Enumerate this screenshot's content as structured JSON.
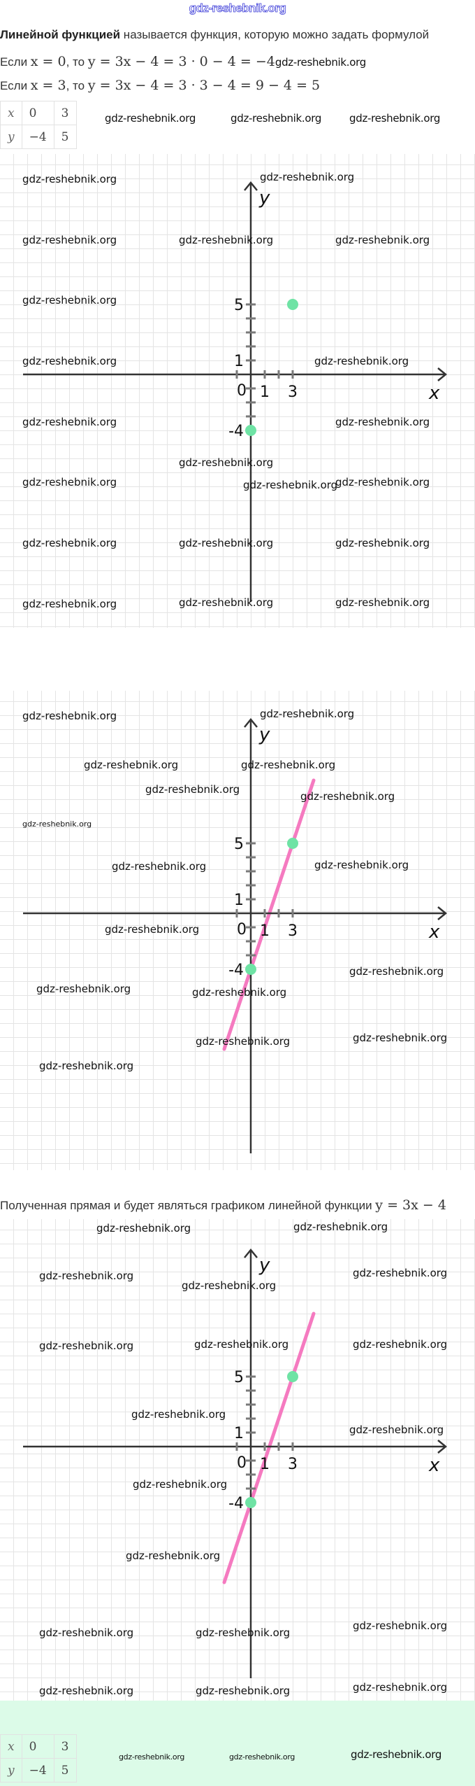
{
  "watermark": "gdz-reshebnik.org",
  "intro": {
    "bold": "Линейной функцией",
    "rest": " называется функция, которую можно задать формулой"
  },
  "case1": {
    "prefix": "Если ",
    "cond": "x = 0",
    "mid": ", то ",
    "calc": "y = 3x − 4 = 3 · 0 − 4 = −4"
  },
  "case2": {
    "prefix": "Если ",
    "cond": "x = 3",
    "mid": ", то ",
    "calc": "y = 3x − 4 = 3 · 3 − 4 = 9 − 4 = 5"
  },
  "value_table": {
    "rows": [
      {
        "head": "x",
        "cells": [
          "0",
          "3"
        ]
      },
      {
        "head": "y",
        "cells": [
          "−4",
          "5"
        ]
      }
    ]
  },
  "conclusion": {
    "text": "Полученная прямая и будет являться графиком линейной функции ",
    "formula": "y = 3x − 4"
  },
  "colors": {
    "point": "#6fe3a5",
    "line": "#f57ac0",
    "axis": "#333333",
    "tick": "#7a7a7a",
    "bottom_bg": "#dcfbe8"
  },
  "graphs": [
    {
      "x_label": "x",
      "y_label": "y",
      "tick_labels": {
        "origin": "0",
        "x": [
          {
            "v": 1,
            "t": "1"
          },
          {
            "v": 3,
            "t": "3"
          }
        ],
        "y": [
          {
            "v": 5,
            "t": "5"
          },
          {
            "v": 1,
            "t": "1"
          },
          {
            "v": -4,
            "t": "-4"
          }
        ]
      },
      "x_ticks": [
        -1,
        1,
        2,
        3
      ],
      "y_ticks": [
        5,
        4,
        3,
        2,
        1,
        -1,
        -2,
        -3
      ],
      "points": [
        [
          0,
          -4
        ],
        [
          3,
          5
        ]
      ],
      "line": null
    },
    {
      "x_label": "x",
      "y_label": "y",
      "tick_labels": {
        "origin": "0",
        "x": [
          {
            "v": 1,
            "t": "1"
          },
          {
            "v": 3,
            "t": "3"
          }
        ],
        "y": [
          {
            "v": 5,
            "t": "5"
          },
          {
            "v": 1,
            "t": "1"
          },
          {
            "v": -4,
            "t": "-4"
          }
        ]
      },
      "x_ticks": [
        -1,
        1,
        2,
        3
      ],
      "y_ticks": [
        5,
        4,
        3,
        2,
        1,
        -1,
        -2,
        -3
      ],
      "points": [
        [
          0,
          -4
        ],
        [
          3,
          5
        ]
      ],
      "line": {
        "slope": 3,
        "intercept": -4,
        "x_from": -1.9,
        "x_to": 4.5
      }
    },
    {
      "x_label": "x",
      "y_label": "y",
      "tick_labels": {
        "origin": "0",
        "x": [
          {
            "v": 1,
            "t": "1"
          },
          {
            "v": 3,
            "t": "3"
          }
        ],
        "y": [
          {
            "v": 5,
            "t": "5"
          },
          {
            "v": 1,
            "t": "1"
          },
          {
            "v": -4,
            "t": "-4"
          }
        ]
      },
      "x_ticks": [
        -1,
        1,
        2,
        3
      ],
      "y_ticks": [
        5,
        4,
        3,
        2,
        1,
        -1,
        -2,
        -3
      ],
      "points": [
        [
          0,
          -4
        ],
        [
          3,
          5
        ]
      ],
      "line": {
        "slope": 3,
        "intercept": -4,
        "x_from": -1.9,
        "x_to": 4.5
      }
    }
  ]
}
